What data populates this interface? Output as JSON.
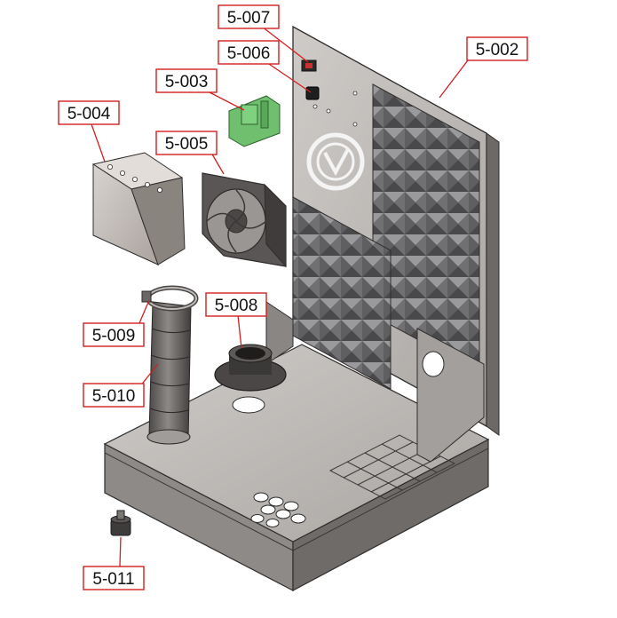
{
  "callouts": [
    {
      "id": "5-007",
      "label": "5-007"
    },
    {
      "id": "5-006",
      "label": "5-006"
    },
    {
      "id": "5-002",
      "label": "5-002"
    },
    {
      "id": "5-003",
      "label": "5-003"
    },
    {
      "id": "5-004",
      "label": "5-004"
    },
    {
      "id": "5-005",
      "label": "5-005"
    },
    {
      "id": "5-008",
      "label": "5-008"
    },
    {
      "id": "5-009",
      "label": "5-009"
    },
    {
      "id": "5-010",
      "label": "5-010"
    },
    {
      "id": "5-011",
      "label": "5-011"
    }
  ],
  "colors": {
    "callout_border": "#d21f1f",
    "steel_light": "#c9c5c2",
    "steel_mid": "#a7a3a0",
    "steel_dark": "#5e5a58",
    "foam": "#6e6e70",
    "pcb": "#6fbf6f"
  }
}
